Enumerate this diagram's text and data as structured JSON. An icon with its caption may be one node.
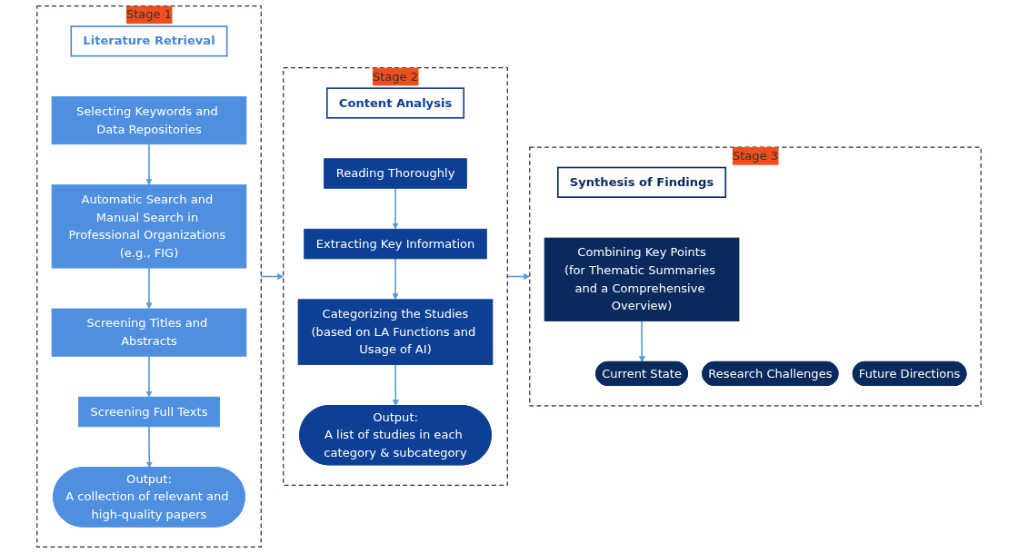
{
  "diagram": {
    "nodes": [
      {
        "text": [
          "Stage 1"
        ]
      },
      {
        "text": [
          "Literature Retrieval"
        ],
        "in": 0
      },
      {
        "text": [
          "Selecting Keywords and Data Repositories"
        ],
        "in": 0
      },
      {
        "text": [
          "Automatic Search and Manual Search in Professional Organizations (e.g., FIG)"
        ],
        "in": 0
      },
      {
        "text": [
          "Screening Titles and Abstracts"
        ],
        "in": 0
      },
      {
        "text": [
          "Screening Full Texts"
        ],
        "in": 0
      },
      {
        "text": [
          "Output:",
          "A collection of relevant and high-quality papers"
        ],
        "in": 0
      },
      {
        "text": [
          "Stage 2"
        ]
      },
      {
        "text": [
          "Content Analysis"
        ],
        "in": 7
      },
      {
        "text": [
          "Reading Thoroughly"
        ],
        "in": 7
      },
      {
        "text": [
          "Extracting Key Information"
        ],
        "in": 7
      },
      {
        "text": [
          "Categorizing the Studies",
          "(based on LA Functions and Usage of AI)"
        ],
        "in": 7
      },
      {
        "text": [
          "Output:",
          "A list of studies in each category & subcategory"
        ],
        "in": 7
      },
      {
        "text": [
          "Stage 3"
        ]
      },
      {
        "text": [
          "Synthesis of Findings"
        ],
        "in": 13
      },
      {
        "text": [
          "Combining Key Points",
          "(for Thematic Summaries and a Comprehensive Overview)"
        ],
        "in": 13
      },
      {
        "text": [
          "Current State"
        ],
        "in": 13
      },
      {
        "text": [
          "Research Challenges"
        ],
        "in": 13
      },
      {
        "text": [
          "Future Directions"
        ],
        "in": 13
      }
    ],
    "edges": [
      {
        "from": 2,
        "to": 3,
        "arrow": "to"
      },
      {
        "from": 3,
        "to": 4,
        "arrow": "to"
      },
      {
        "from": 4,
        "to": 5,
        "arrow": "to"
      },
      {
        "from": 5,
        "to": 6,
        "arrow": "to"
      },
      {
        "from": 9,
        "to": 10,
        "arrow": "to"
      },
      {
        "from": 10,
        "to": 11,
        "arrow": "to"
      },
      {
        "from": 11,
        "to": 12,
        "arrow": "to"
      },
      {
        "from": 15,
        "to": 16,
        "arrow": "to"
      },
      {
        "from": 0,
        "to": 7,
        "arrow": "to"
      },
      {
        "from": 7,
        "to": 13,
        "arrow": "to"
      }
    ]
  }
}
